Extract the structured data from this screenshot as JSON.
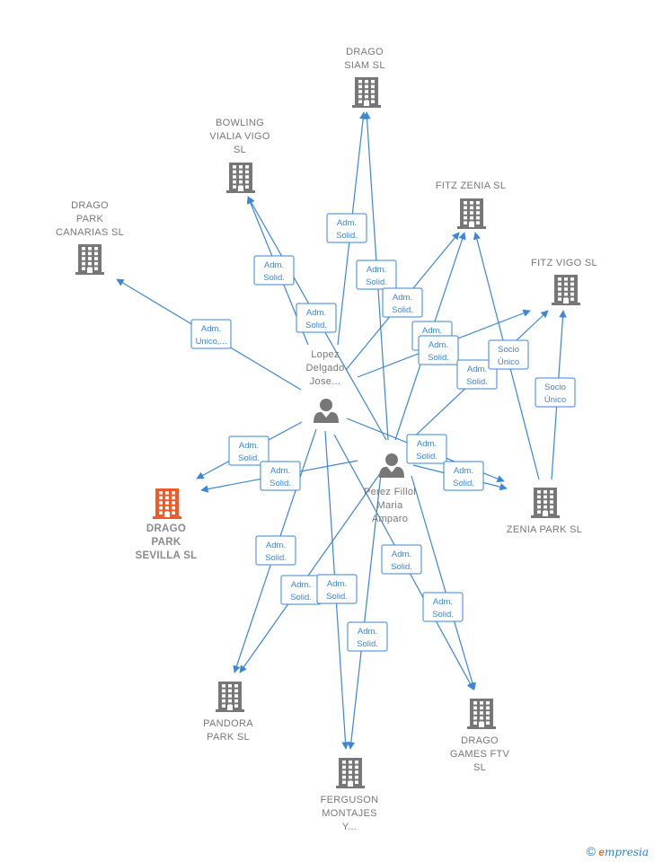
{
  "colors": {
    "edge": "#3b86d6",
    "company": "#777777",
    "focus": "#ef5a28",
    "person": "#777777"
  },
  "nodes": [
    {
      "id": "drago_siam",
      "type": "company",
      "label": [
        "DRAGO",
        "SIAM  SL"
      ]
    },
    {
      "id": "bowling",
      "type": "company",
      "label": [
        "BOWLING",
        "VIALIA VIGO",
        "SL"
      ]
    },
    {
      "id": "fitz_zenia",
      "type": "company",
      "label": [
        "FITZ ZENIA  SL"
      ]
    },
    {
      "id": "drago_canarias",
      "type": "company",
      "label": [
        "DRAGO",
        "PARK",
        "CANARIAS  SL"
      ]
    },
    {
      "id": "fitz_vigo",
      "type": "company",
      "label": [
        "FITZ VIGO  SL"
      ]
    },
    {
      "id": "lopez",
      "type": "person",
      "label": [
        "Lopez",
        "Delgado",
        "Jose..."
      ]
    },
    {
      "id": "perez",
      "type": "person",
      "label": [
        "Perez Fillol",
        "Maria",
        "Amparo"
      ]
    },
    {
      "id": "drago_sevilla",
      "type": "focus",
      "label": [
        "DRAGO",
        "PARK",
        "SEVILLA  SL"
      ]
    },
    {
      "id": "zenia_park",
      "type": "company",
      "label": [
        "ZENIA PARK SL"
      ]
    },
    {
      "id": "pandora",
      "type": "company",
      "label": [
        "PANDORA",
        "PARK SL"
      ]
    },
    {
      "id": "drago_games",
      "type": "company",
      "label": [
        "DRAGO",
        "GAMES FTV",
        "SL"
      ]
    },
    {
      "id": "ferguson",
      "type": "company",
      "label": [
        "FERGUSON",
        "MONTAJES",
        "Y..."
      ]
    }
  ],
  "edges": [
    {
      "from": "lopez",
      "to": "drago_canarias",
      "label": [
        "Adm.",
        "Unico,..."
      ]
    },
    {
      "from": "lopez",
      "to": "bowling",
      "label": [
        "Adm.",
        "Solid."
      ]
    },
    {
      "from": "perez",
      "to": "bowling",
      "label": [
        "Adm.",
        "Solid."
      ]
    },
    {
      "from": "lopez",
      "to": "drago_siam",
      "label": [
        "Adm.",
        "Solid."
      ]
    },
    {
      "from": "perez",
      "to": "drago_siam",
      "label": [
        "Adm.",
        "Solid."
      ]
    },
    {
      "from": "lopez",
      "to": "fitz_zenia",
      "label": [
        "Adm.",
        "Solid."
      ]
    },
    {
      "from": "perez",
      "to": "fitz_zenia",
      "label": [
        "Adm.",
        "Solid."
      ]
    },
    {
      "from": "lopez",
      "to": "fitz_vigo",
      "label": [
        "Adm.",
        "Solid."
      ]
    },
    {
      "from": "perez",
      "to": "fitz_vigo",
      "label": [
        "Adm.",
        "Solid."
      ]
    },
    {
      "from": "zenia_park",
      "to": "fitz_zenia",
      "label": [
        "Socio",
        "Único"
      ]
    },
    {
      "from": "zenia_park",
      "to": "fitz_vigo",
      "label": [
        "Socio",
        "Único"
      ]
    },
    {
      "from": "lopez",
      "to": "drago_sevilla",
      "label": [
        "Adm.",
        "Solid."
      ]
    },
    {
      "from": "perez",
      "to": "drago_sevilla",
      "label": [
        "Adm.",
        "Solid."
      ]
    },
    {
      "from": "lopez",
      "to": "zenia_park",
      "label": [
        "Adm.",
        "Solid."
      ]
    },
    {
      "from": "perez",
      "to": "zenia_park",
      "label": [
        "Adm.",
        "Solid."
      ]
    },
    {
      "from": "lopez",
      "to": "pandora",
      "label": [
        "Adm.",
        "Solid."
      ]
    },
    {
      "from": "perez",
      "to": "pandora",
      "label": [
        "Adm.",
        "Solid."
      ]
    },
    {
      "from": "lopez",
      "to": "ferguson",
      "label": [
        "Adm.",
        "Solid."
      ]
    },
    {
      "from": "perez",
      "to": "ferguson",
      "label": [
        "Adm.",
        "Solid."
      ]
    },
    {
      "from": "lopez",
      "to": "drago_games",
      "label": [
        "Adm.",
        "Solid."
      ]
    },
    {
      "from": "perez",
      "to": "drago_games",
      "label": [
        "Adm.",
        "Solid."
      ]
    }
  ],
  "brand": {
    "copyright": "©",
    "initial": "e",
    "rest": "mpresia"
  }
}
